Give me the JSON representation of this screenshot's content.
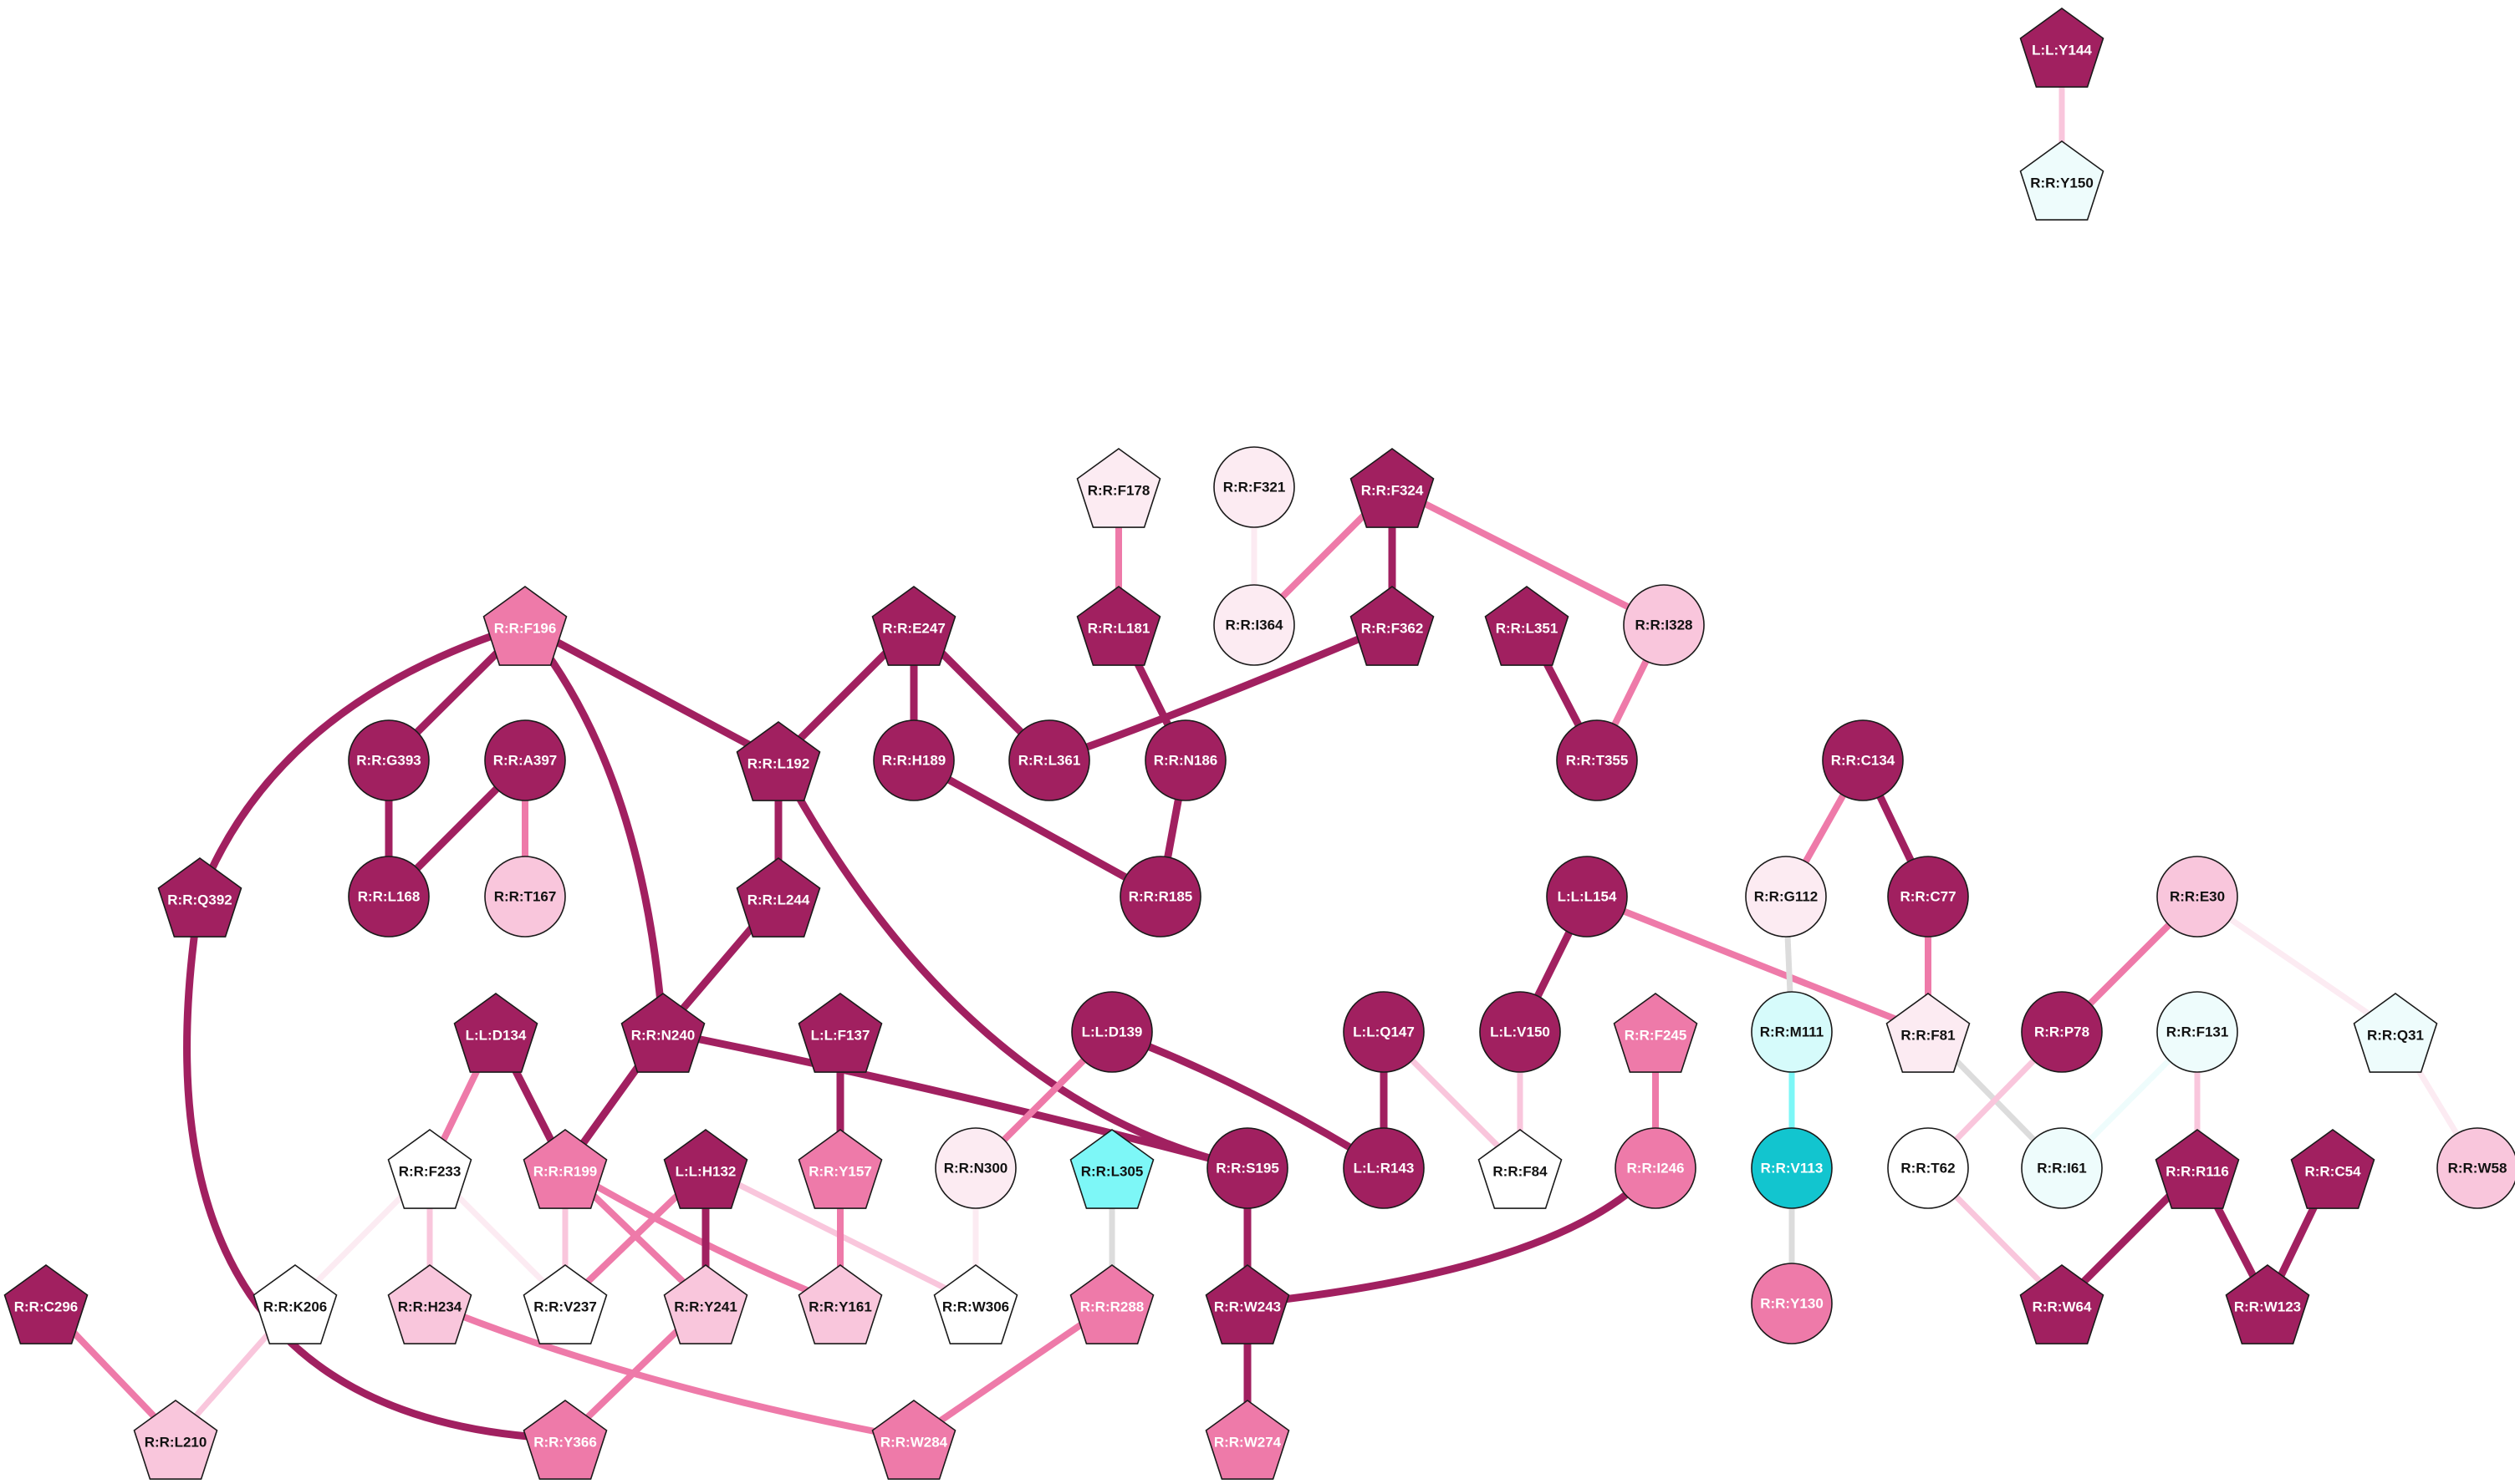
{
  "colors": {
    "dark": "#a12060",
    "medium": "#ee7aa9",
    "light": "#f9c6dc",
    "pale": "#fcebf2",
    "white": "#ffffff",
    "ice": "#eefcfc",
    "cyan_light": "#d6fbfb",
    "cyan_medium": "#7df7f7",
    "cyan_dark": "#12c5cf",
    "edge_gray": "#dcdcdc"
  },
  "nodes": [
    {
      "id": "L:L:Y144",
      "shape": "pentagon",
      "fill": "dark"
    },
    {
      "id": "R:R:Y150",
      "shape": "pentagon",
      "fill": "ice"
    },
    {
      "id": "R:R:F178",
      "shape": "pentagon",
      "fill": "pale"
    },
    {
      "id": "R:R:F321",
      "shape": "circle",
      "fill": "pale"
    },
    {
      "id": "R:R:F324",
      "shape": "pentagon",
      "fill": "dark"
    },
    {
      "id": "R:R:F196",
      "shape": "pentagon",
      "fill": "medium"
    },
    {
      "id": "R:R:E247",
      "shape": "pentagon",
      "fill": "dark"
    },
    {
      "id": "R:R:L181",
      "shape": "pentagon",
      "fill": "dark"
    },
    {
      "id": "R:R:I364",
      "shape": "circle",
      "fill": "pale"
    },
    {
      "id": "R:R:F362",
      "shape": "pentagon",
      "fill": "dark"
    },
    {
      "id": "R:R:L351",
      "shape": "pentagon",
      "fill": "dark"
    },
    {
      "id": "R:R:I328",
      "shape": "circle",
      "fill": "light"
    },
    {
      "id": "R:R:G393",
      "shape": "circle",
      "fill": "dark"
    },
    {
      "id": "R:R:A397",
      "shape": "circle",
      "fill": "dark"
    },
    {
      "id": "R:R:L192",
      "shape": "pentagon",
      "fill": "dark"
    },
    {
      "id": "R:R:H189",
      "shape": "circle",
      "fill": "dark"
    },
    {
      "id": "R:R:L361",
      "shape": "circle",
      "fill": "dark"
    },
    {
      "id": "R:R:N186",
      "shape": "circle",
      "fill": "dark"
    },
    {
      "id": "R:R:T355",
      "shape": "circle",
      "fill": "dark"
    },
    {
      "id": "R:R:C134",
      "shape": "circle",
      "fill": "dark"
    },
    {
      "id": "R:R:Q392",
      "shape": "pentagon",
      "fill": "dark"
    },
    {
      "id": "R:R:L168",
      "shape": "circle",
      "fill": "dark"
    },
    {
      "id": "R:R:T167",
      "shape": "circle",
      "fill": "light"
    },
    {
      "id": "R:R:L244",
      "shape": "pentagon",
      "fill": "dark"
    },
    {
      "id": "R:R:R185",
      "shape": "circle",
      "fill": "dark"
    },
    {
      "id": "L:L:L154",
      "shape": "circle",
      "fill": "dark"
    },
    {
      "id": "R:R:G112",
      "shape": "circle",
      "fill": "pale"
    },
    {
      "id": "R:R:C77",
      "shape": "circle",
      "fill": "dark"
    },
    {
      "id": "R:R:E30",
      "shape": "circle",
      "fill": "light"
    },
    {
      "id": "L:L:D134",
      "shape": "pentagon",
      "fill": "dark"
    },
    {
      "id": "R:R:N240",
      "shape": "pentagon",
      "fill": "dark"
    },
    {
      "id": "L:L:F137",
      "shape": "pentagon",
      "fill": "dark"
    },
    {
      "id": "L:L:D139",
      "shape": "circle",
      "fill": "dark"
    },
    {
      "id": "L:L:Q147",
      "shape": "circle",
      "fill": "dark"
    },
    {
      "id": "L:L:V150",
      "shape": "circle",
      "fill": "dark"
    },
    {
      "id": "R:R:F245",
      "shape": "pentagon",
      "fill": "medium"
    },
    {
      "id": "R:R:M111",
      "shape": "circle",
      "fill": "cyan_light"
    },
    {
      "id": "R:R:F81",
      "shape": "pentagon",
      "fill": "pale"
    },
    {
      "id": "R:R:P78",
      "shape": "circle",
      "fill": "dark"
    },
    {
      "id": "R:R:F131",
      "shape": "circle",
      "fill": "ice"
    },
    {
      "id": "R:R:Q31",
      "shape": "pentagon",
      "fill": "ice"
    },
    {
      "id": "R:R:F233",
      "shape": "pentagon",
      "fill": "white"
    },
    {
      "id": "R:R:R199",
      "shape": "pentagon",
      "fill": "medium"
    },
    {
      "id": "L:L:H132",
      "shape": "pentagon",
      "fill": "dark"
    },
    {
      "id": "R:R:Y157",
      "shape": "pentagon",
      "fill": "medium"
    },
    {
      "id": "R:R:N300",
      "shape": "circle",
      "fill": "pale"
    },
    {
      "id": "R:R:L305",
      "shape": "pentagon",
      "fill": "cyan_medium"
    },
    {
      "id": "R:R:S195",
      "shape": "circle",
      "fill": "dark"
    },
    {
      "id": "L:L:R143",
      "shape": "circle",
      "fill": "dark"
    },
    {
      "id": "R:R:F84",
      "shape": "pentagon",
      "fill": "white"
    },
    {
      "id": "R:R:I246",
      "shape": "circle",
      "fill": "medium"
    },
    {
      "id": "R:R:V113",
      "shape": "circle",
      "fill": "cyan_dark"
    },
    {
      "id": "R:R:T62",
      "shape": "circle",
      "fill": "white"
    },
    {
      "id": "R:R:I61",
      "shape": "circle",
      "fill": "ice"
    },
    {
      "id": "R:R:R116",
      "shape": "pentagon",
      "fill": "dark"
    },
    {
      "id": "R:R:C54",
      "shape": "pentagon",
      "fill": "dark"
    },
    {
      "id": "R:R:W58",
      "shape": "circle",
      "fill": "light"
    },
    {
      "id": "R:R:C296",
      "shape": "pentagon",
      "fill": "dark"
    },
    {
      "id": "R:R:K206",
      "shape": "pentagon",
      "fill": "white"
    },
    {
      "id": "R:R:H234",
      "shape": "pentagon",
      "fill": "light"
    },
    {
      "id": "R:R:V237",
      "shape": "pentagon",
      "fill": "white"
    },
    {
      "id": "R:R:Y241",
      "shape": "pentagon",
      "fill": "light"
    },
    {
      "id": "R:R:Y161",
      "shape": "pentagon",
      "fill": "light"
    },
    {
      "id": "R:R:W306",
      "shape": "pentagon",
      "fill": "white"
    },
    {
      "id": "R:R:R288",
      "shape": "pentagon",
      "fill": "medium"
    },
    {
      "id": "R:R:W243",
      "shape": "pentagon",
      "fill": "dark"
    },
    {
      "id": "R:R:Y130",
      "shape": "circle",
      "fill": "medium"
    },
    {
      "id": "R:R:W64",
      "shape": "pentagon",
      "fill": "dark"
    },
    {
      "id": "R:R:W123",
      "shape": "pentagon",
      "fill": "dark"
    },
    {
      "id": "R:R:L210",
      "shape": "pentagon",
      "fill": "light"
    },
    {
      "id": "R:R:Y366",
      "shape": "pentagon",
      "fill": "medium"
    },
    {
      "id": "R:R:W284",
      "shape": "pentagon",
      "fill": "medium"
    },
    {
      "id": "R:R:W274",
      "shape": "pentagon",
      "fill": "medium"
    }
  ],
  "edges": [
    {
      "source": "L:L:Y144",
      "target": "R:R:Y150",
      "color": "light"
    },
    {
      "source": "R:R:F178",
      "target": "R:R:L181",
      "color": "medium"
    },
    {
      "source": "R:R:F321",
      "target": "R:R:I364",
      "color": "pale"
    },
    {
      "source": "R:R:F324",
      "target": "R:R:I364",
      "color": "medium"
    },
    {
      "source": "R:R:F324",
      "target": "R:R:F362",
      "color": "dark"
    },
    {
      "source": "R:R:F324",
      "target": "R:R:I328",
      "color": "medium"
    },
    {
      "source": "R:R:F362",
      "target": "R:R:L361",
      "color": "dark"
    },
    {
      "source": "R:R:L351",
      "target": "R:R:T355",
      "color": "dark"
    },
    {
      "source": "R:R:I328",
      "target": "R:R:T355",
      "color": "medium"
    },
    {
      "source": "R:R:L181",
      "target": "R:R:N186",
      "color": "dark"
    },
    {
      "source": "R:R:N186",
      "target": "R:R:R185",
      "color": "dark"
    },
    {
      "source": "R:R:H189",
      "target": "R:R:R185",
      "color": "dark"
    },
    {
      "source": "R:R:E247",
      "target": "R:R:H189",
      "color": "dark"
    },
    {
      "source": "R:R:E247",
      "target": "R:R:L361",
      "color": "dark"
    },
    {
      "source": "R:R:E247",
      "target": "R:R:L192",
      "color": "dark"
    },
    {
      "source": "R:R:F196",
      "target": "R:R:L192",
      "color": "dark"
    },
    {
      "source": "R:R:F196",
      "target": "R:R:G393",
      "color": "dark"
    },
    {
      "source": "R:R:F196",
      "target": "R:R:Q392",
      "color": "dark"
    },
    {
      "source": "R:R:F196",
      "target": "R:R:N240",
      "color": "dark"
    },
    {
      "source": "R:R:G393",
      "target": "R:R:L168",
      "color": "dark"
    },
    {
      "source": "R:R:A397",
      "target": "R:R:L168",
      "color": "dark"
    },
    {
      "source": "R:R:A397",
      "target": "R:R:T167",
      "color": "medium"
    },
    {
      "source": "R:R:L192",
      "target": "R:R:L244",
      "color": "dark"
    },
    {
      "source": "R:R:L192",
      "target": "R:R:S195",
      "color": "dark"
    },
    {
      "source": "R:R:L244",
      "target": "R:R:N240",
      "color": "dark"
    },
    {
      "source": "R:R:N240",
      "target": "R:R:R199",
      "color": "dark"
    },
    {
      "source": "R:R:N240",
      "target": "R:R:S195",
      "color": "dark"
    },
    {
      "source": "R:R:Q392",
      "target": "R:R:Y366",
      "color": "dark"
    },
    {
      "source": "L:L:D134",
      "target": "R:R:R199",
      "color": "dark"
    },
    {
      "source": "L:L:D134",
      "target": "R:R:F233",
      "color": "medium"
    },
    {
      "source": "R:R:F233",
      "target": "R:R:K206",
      "color": "pale"
    },
    {
      "source": "R:R:F233",
      "target": "R:R:H234",
      "color": "light"
    },
    {
      "source": "R:R:F233",
      "target": "R:R:V237",
      "color": "pale"
    },
    {
      "source": "R:R:R199",
      "target": "R:R:V237",
      "color": "light"
    },
    {
      "source": "R:R:R199",
      "target": "R:R:Y241",
      "color": "medium"
    },
    {
      "source": "R:R:R199",
      "target": "R:R:Y161",
      "color": "medium"
    },
    {
      "source": "L:L:H132",
      "target": "R:R:V237",
      "color": "medium"
    },
    {
      "source": "L:L:H132",
      "target": "R:R:Y241",
      "color": "dark"
    },
    {
      "source": "L:L:H132",
      "target": "R:R:W306",
      "color": "light"
    },
    {
      "source": "R:R:Y241",
      "target": "R:R:Y366",
      "color": "medium"
    },
    {
      "source": "R:R:H234",
      "target": "R:R:W284",
      "color": "medium"
    },
    {
      "source": "R:R:K206",
      "target": "R:R:L210",
      "color": "light"
    },
    {
      "source": "R:R:C296",
      "target": "R:R:L210",
      "color": "medium"
    },
    {
      "source": "L:L:F137",
      "target": "R:R:Y157",
      "color": "dark"
    },
    {
      "source": "R:R:Y157",
      "target": "R:R:Y161",
      "color": "medium"
    },
    {
      "source": "L:L:D139",
      "target": "R:R:N300",
      "color": "medium"
    },
    {
      "source": "L:L:D139",
      "target": "L:L:R143",
      "color": "dark"
    },
    {
      "source": "R:R:N300",
      "target": "R:R:W306",
      "color": "pale"
    },
    {
      "source": "R:R:L305",
      "target": "R:R:R288",
      "color": "edge_gray"
    },
    {
      "source": "R:R:R288",
      "target": "R:R:W284",
      "color": "medium"
    },
    {
      "source": "R:R:S195",
      "target": "R:R:W243",
      "color": "dark"
    },
    {
      "source": "R:R:W243",
      "target": "R:R:W274",
      "color": "dark"
    },
    {
      "source": "R:R:I246",
      "target": "R:R:W243",
      "color": "dark"
    },
    {
      "source": "R:R:F245",
      "target": "R:R:I246",
      "color": "medium"
    },
    {
      "source": "L:L:Q147",
      "target": "L:L:R143",
      "color": "dark"
    },
    {
      "source": "L:L:Q147",
      "target": "R:R:F84",
      "color": "light"
    },
    {
      "source": "L:L:L154",
      "target": "L:L:V150",
      "color": "dark"
    },
    {
      "source": "L:L:L154",
      "target": "R:R:F81",
      "color": "medium"
    },
    {
      "source": "L:L:V150",
      "target": "R:R:F84",
      "color": "light"
    },
    {
      "source": "R:R:C134",
      "target": "R:R:G112",
      "color": "medium"
    },
    {
      "source": "R:R:C134",
      "target": "R:R:C77",
      "color": "dark"
    },
    {
      "source": "R:R:G112",
      "target": "R:R:M111",
      "color": "edge_gray"
    },
    {
      "source": "R:R:M111",
      "target": "R:R:V113",
      "color": "cyan_medium"
    },
    {
      "source": "R:R:V113",
      "target": "R:R:Y130",
      "color": "edge_gray"
    },
    {
      "source": "R:R:C77",
      "target": "R:R:F81",
      "color": "medium"
    },
    {
      "source": "R:R:F81",
      "target": "R:R:I61",
      "color": "edge_gray"
    },
    {
      "source": "R:R:E30",
      "target": "R:R:P78",
      "color": "medium"
    },
    {
      "source": "R:R:E30",
      "target": "R:R:Q31",
      "color": "pale"
    },
    {
      "source": "R:R:P78",
      "target": "R:R:T62",
      "color": "light"
    },
    {
      "source": "R:R:T62",
      "target": "R:R:W64",
      "color": "light"
    },
    {
      "source": "R:R:F131",
      "target": "R:R:I61",
      "color": "ice"
    },
    {
      "source": "R:R:F131",
      "target": "R:R:R116",
      "color": "light"
    },
    {
      "source": "R:R:R116",
      "target": "R:R:W64",
      "color": "dark"
    },
    {
      "source": "R:R:R116",
      "target": "R:R:W123",
      "color": "dark"
    },
    {
      "source": "R:R:C54",
      "target": "R:R:W123",
      "color": "dark"
    },
    {
      "source": "R:R:Q31",
      "target": "R:R:W58",
      "color": "pale"
    }
  ]
}
